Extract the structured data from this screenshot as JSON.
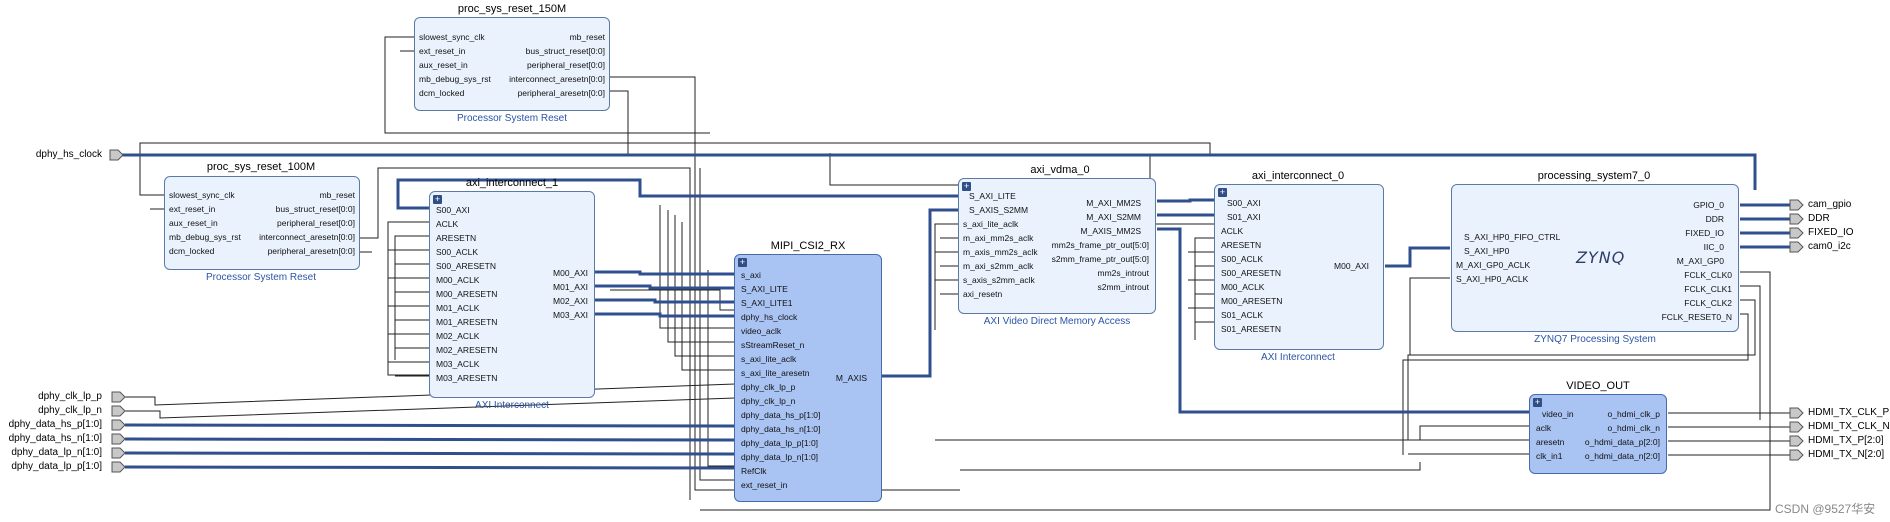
{
  "external_inputs": {
    "dphy_hs_clock": "dphy_hs_clock",
    "dphy_clk_lp_p": "dphy_clk_lp_p",
    "dphy_clk_lp_n": "dphy_clk_lp_n",
    "dphy_data_hs_p": "dphy_data_hs_p[1:0]",
    "dphy_data_hs_n": "dphy_data_hs_n[1:0]",
    "dphy_data_lp_n": "dphy_data_lp_n[1:0]",
    "dphy_data_lp_p": "dphy_data_lp_p[1:0]"
  },
  "external_outputs": {
    "cam_gpio": "cam_gpio",
    "ddr": "DDR",
    "fixed_io": "FIXED_IO",
    "cam0_i2c": "cam0_i2c",
    "hdmi_tx_clk_p": "HDMI_TX_CLK_P",
    "hdmi_tx_clk_n": "HDMI_TX_CLK_N",
    "hdmi_tx_p": "HDMI_TX_P[2:0]",
    "hdmi_tx_n": "HDMI_TX_N[2:0]"
  },
  "proc_sys_reset_150M": {
    "name": "proc_sys_reset_150M",
    "subtitle": "Processor System Reset",
    "inputs": [
      "slowest_sync_clk",
      "ext_reset_in",
      "aux_reset_in",
      "mb_debug_sys_rst",
      "dcm_locked"
    ],
    "outputs": [
      "mb_reset",
      "bus_struct_reset[0:0]",
      "peripheral_reset[0:0]",
      "interconnect_aresetn[0:0]",
      "peripheral_aresetn[0:0]"
    ]
  },
  "proc_sys_reset_100M": {
    "name": "proc_sys_reset_100M",
    "subtitle": "Processor System Reset",
    "inputs": [
      "slowest_sync_clk",
      "ext_reset_in",
      "aux_reset_in",
      "mb_debug_sys_rst",
      "dcm_locked"
    ],
    "outputs": [
      "mb_reset",
      "bus_struct_reset[0:0]",
      "peripheral_reset[0:0]",
      "interconnect_aresetn[0:0]",
      "peripheral_aresetn[0:0]"
    ]
  },
  "axi_interconnect_1": {
    "name": "axi_interconnect_1",
    "subtitle": "AXI Interconnect",
    "inputs": [
      "S00_AXI",
      "ACLK",
      "ARESETN",
      "S00_ACLK",
      "S00_ARESETN",
      "M00_ACLK",
      "M00_ARESETN",
      "M01_ACLK",
      "M01_ARESETN",
      "M02_ACLK",
      "M02_ARESETN",
      "M03_ACLK",
      "M03_ARESETN"
    ],
    "outputs": [
      "M00_AXI",
      "M01_AXI",
      "M02_AXI",
      "M03_AXI"
    ]
  },
  "mipi_csi2_rx": {
    "name": "MIPI_CSI2_RX",
    "inputs": [
      "s_axi",
      "S_AXI_LITE",
      "S_AXI_LITE1",
      "dphy_hs_clock",
      "video_aclk",
      "sStreamReset_n",
      "s_axi_lite_aclk",
      "s_axi_lite_aresetn",
      "dphy_clk_lp_p",
      "dphy_clk_lp_n",
      "dphy_data_hs_p[1:0]",
      "dphy_data_hs_n[1:0]",
      "dphy_data_lp_p[1:0]",
      "dphy_data_lp_n[1:0]",
      "RefClk",
      "ext_reset_in"
    ],
    "outputs": [
      "M_AXIS"
    ]
  },
  "axi_vdma_0": {
    "name": "axi_vdma_0",
    "subtitle": "AXI Video Direct Memory Access",
    "inputs": [
      "S_AXI_LITE",
      "S_AXIS_S2MM",
      "s_axi_lite_aclk",
      "m_axi_mm2s_aclk",
      "m_axis_mm2s_aclk",
      "m_axi_s2mm_aclk",
      "s_axis_s2mm_aclk",
      "axi_resetn"
    ],
    "outputs": [
      "M_AXI_MM2S",
      "M_AXI_S2MM",
      "M_AXIS_MM2S",
      "mm2s_frame_ptr_out[5:0]",
      "s2mm_frame_ptr_out[5:0]",
      "mm2s_introut",
      "s2mm_introut"
    ]
  },
  "axi_interconnect_0": {
    "name": "axi_interconnect_0",
    "subtitle": "AXI Interconnect",
    "inputs": [
      "S00_AXI",
      "S01_AXI",
      "ACLK",
      "ARESETN",
      "S00_ACLK",
      "S00_ARESETN",
      "M00_ACLK",
      "M00_ARESETN",
      "S01_ACLK",
      "S01_ARESETN"
    ],
    "outputs": [
      "M00_AXI"
    ]
  },
  "processing_system7_0": {
    "name": "processing_system7_0",
    "subtitle": "ZYNQ7 Processing System",
    "logo": "ZYNQ",
    "inputs": [
      "S_AXI_HP0_FIFO_CTRL",
      "S_AXI_HP0",
      "M_AXI_GP0_ACLK",
      "S_AXI_HP0_ACLK"
    ],
    "outputs": [
      "GPIO_0",
      "DDR",
      "FIXED_IO",
      "IIC_0",
      "M_AXI_GP0",
      "FCLK_CLK0",
      "FCLK_CLK1",
      "FCLK_CLK2",
      "FCLK_RESET0_N"
    ]
  },
  "video_out": {
    "name": "VIDEO_OUT",
    "inputs": [
      "video_in",
      "aclk",
      "aresetn",
      "clk_in1"
    ],
    "outputs": [
      "o_hdmi_clk_p",
      "o_hdmi_clk_n",
      "o_hdmi_data_p[2:0]",
      "o_hdmi_data_n[2:0]"
    ]
  },
  "watermark": "CSDN @9527华安",
  "colors": {
    "bus": "#2f4f8f",
    "wire": "#222222",
    "block_fill": "#eaf3fd",
    "ip_fill": "#a9c3f3",
    "port_fill": "#c8c8c8"
  }
}
